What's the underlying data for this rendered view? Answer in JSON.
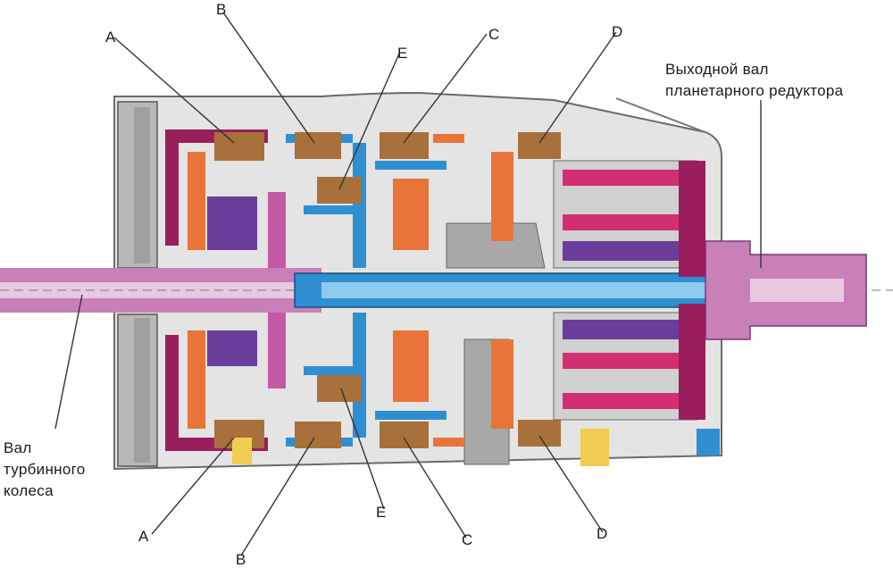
{
  "clutch_labels": {
    "top": [
      "A",
      "B",
      "E",
      "C",
      "D"
    ],
    "bottom": [
      "A",
      "B",
      "E",
      "C",
      "D"
    ]
  },
  "captions": {
    "output_shaft": [
      "Выходной вал",
      "планетарного редуктора"
    ],
    "turbine_shaft": [
      "Вал",
      "турбинного",
      "колеса"
    ]
  },
  "colors": {
    "housing": "#c8c8c8",
    "housing_dark": "#8e8e8e",
    "shaft_blue": "#2f8fd0",
    "shaft_blue_light": "#8fcaf0",
    "magenta": "#c45aa6",
    "magenta_dark": "#9a1e5c",
    "orange": "#e8743a",
    "purple": "#6a3d9a",
    "clutch_plate": "#a8703a",
    "yellow": "#f0cc50"
  }
}
